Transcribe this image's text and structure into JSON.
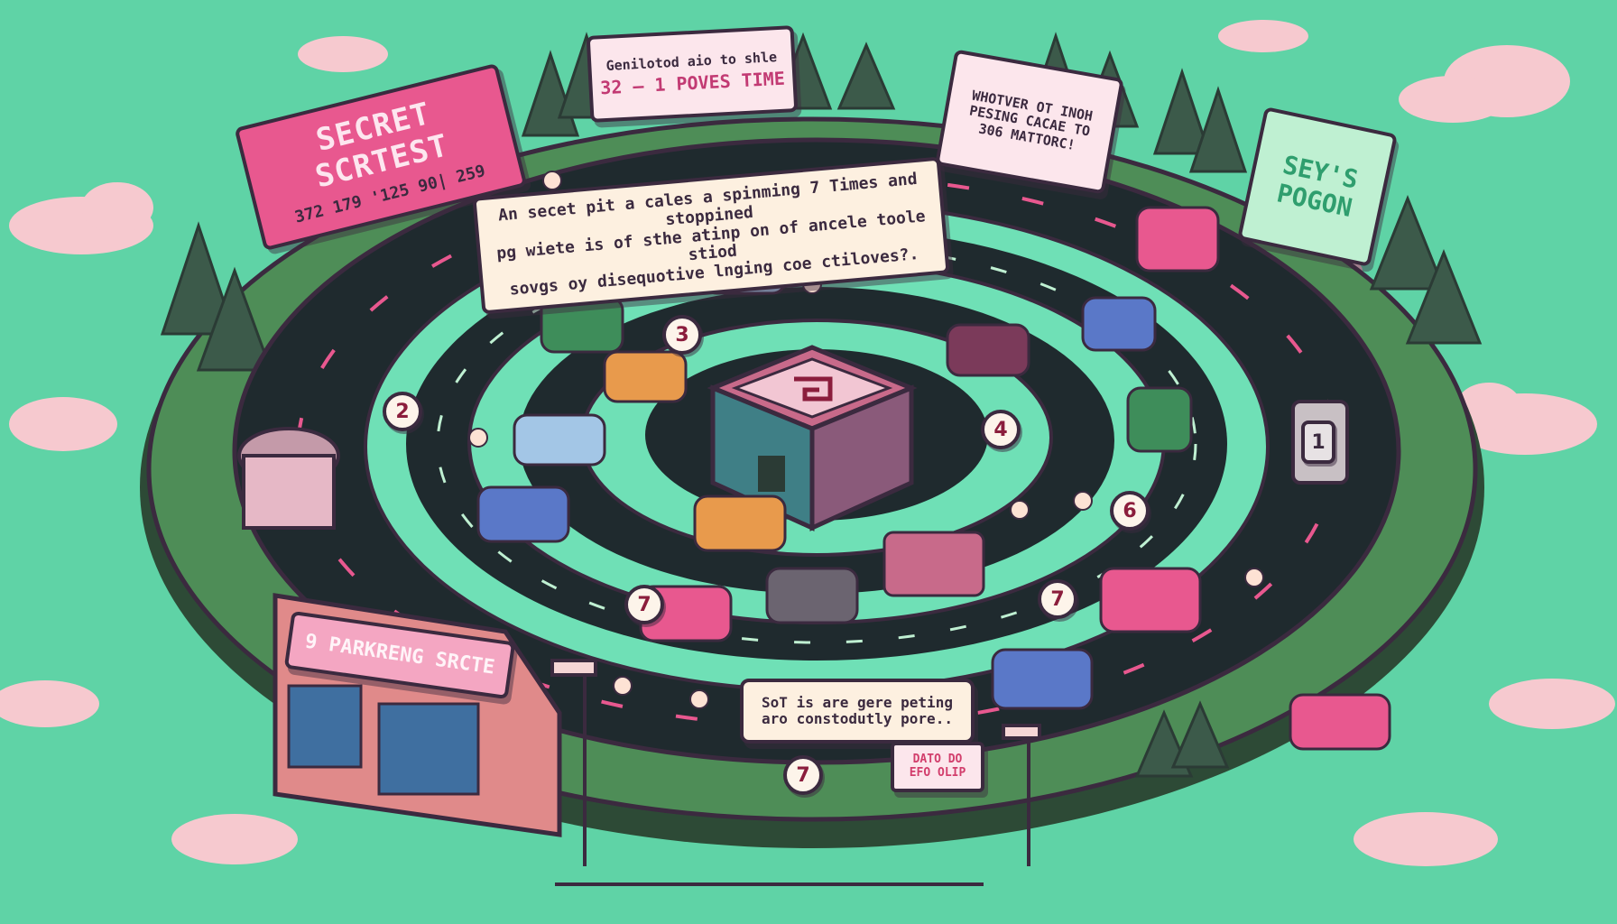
{
  "signs": {
    "secret_billboard": {
      "line1": "SECRET SCRTEST",
      "line2": "372 179 '125 90| 259"
    },
    "top_billboard": {
      "line1": "Genilotod aio to shle",
      "line2": "32 — 1 POVES TIME"
    },
    "right_billboard": {
      "line1": "WHOTVER OT INOH PESING CACAE TO",
      "line2": "306 MATTORC!"
    },
    "far_right_billboard": {
      "line1": "SEY'S",
      "line2": "POGON"
    },
    "puzzle_banner": {
      "line1": "An secet pit a cales a spinming 7 Times and stoppined",
      "line2": "pg wiete is of sthe atinp on of ancele toole stiod",
      "line3": "sovgs oy disequotive lnging coe ctiloves?."
    },
    "hint_banner": {
      "line1": "SoT is are gere peting",
      "line2": "aro constodutly pore.."
    },
    "small_sign": {
      "line1": "DATO DO",
      "line2": "EFO OLIP"
    },
    "store_sign": {
      "line1": "9 PARKRENG SRCTE"
    }
  },
  "markers": [
    {
      "id": "1",
      "label": "1"
    },
    {
      "id": "2",
      "label": "2"
    },
    {
      "id": "3",
      "label": "3"
    },
    {
      "id": "4",
      "label": "4"
    },
    {
      "id": "6",
      "label": "6"
    },
    {
      "id": "7a",
      "label": "7"
    },
    {
      "id": "7b",
      "label": "7"
    },
    {
      "id": "7c",
      "label": "7"
    }
  ],
  "colors": {
    "sky": "#5fd3a6",
    "asphalt": "#1f2a2e",
    "inner_ring": "#6fe0b6",
    "grass": "#4e8d57",
    "accent_pink": "#e8588f",
    "outline": "#3b2a3f"
  },
  "icons": {
    "center_building": "building-icon",
    "trees": "pine-tree-icon",
    "cars": "car-icon",
    "people": "person-icon",
    "lamps": "street-lamp-icon"
  }
}
